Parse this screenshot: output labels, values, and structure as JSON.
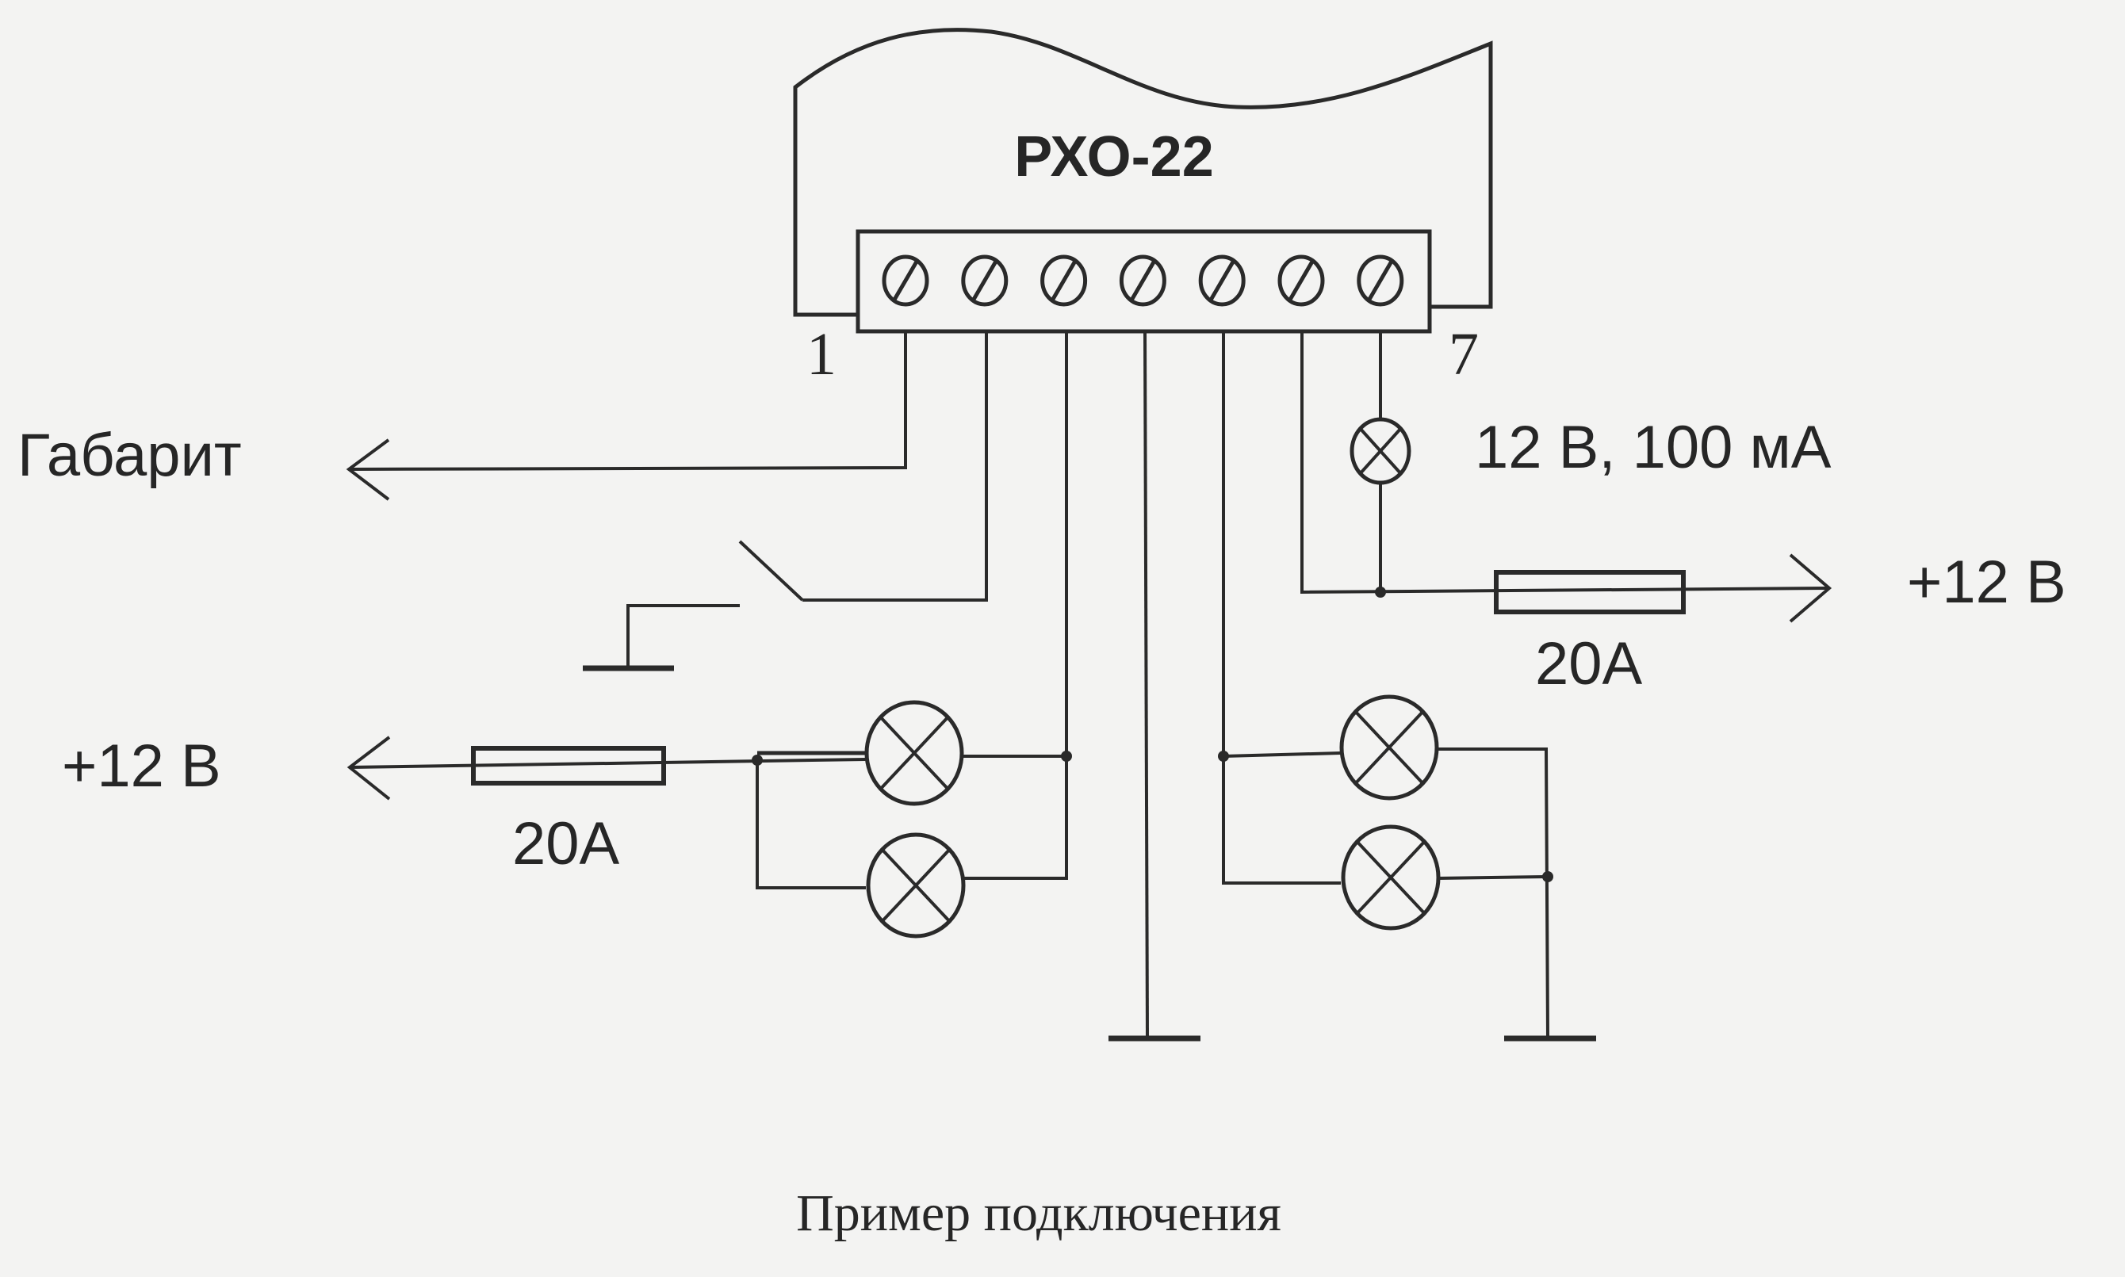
{
  "device": {
    "name": "РХО-22",
    "terminal_count": 7,
    "first_terminal_label": "1",
    "last_terminal_label": "7"
  },
  "labels": {
    "gabarit": "Габарит",
    "left_supply": "+12 В",
    "left_fuse": "20А",
    "right_supply": "+12 В",
    "right_fuse": "20А",
    "indicator_lamp": "12 В, 100 мА"
  },
  "caption": "Пример подключения",
  "colors": {
    "ink": "#2a2a2a",
    "paper": "#f3f3f2"
  }
}
